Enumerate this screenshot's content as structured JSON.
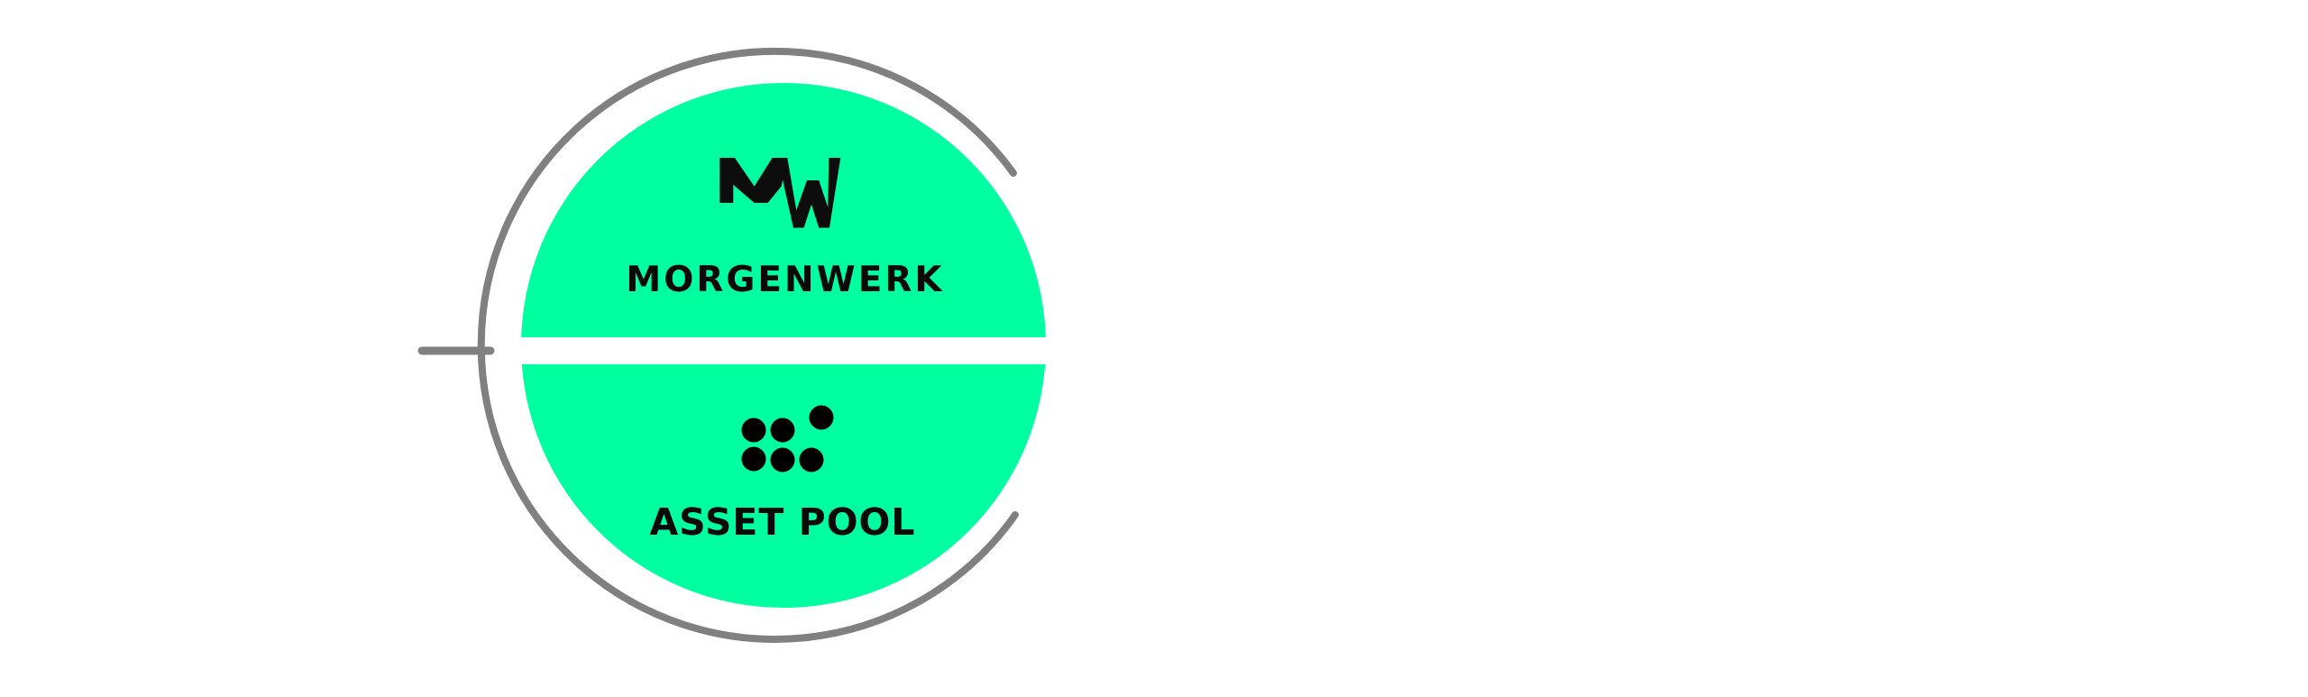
{
  "colors": {
    "accent": "#00FFA0",
    "ring": "#808080",
    "ink": "#0d0d0d"
  },
  "brand": {
    "logo_text": "MW",
    "name": "MORGENWERK"
  },
  "product": {
    "icon": "dots-cluster-icon",
    "name": "ASSET POOL"
  }
}
